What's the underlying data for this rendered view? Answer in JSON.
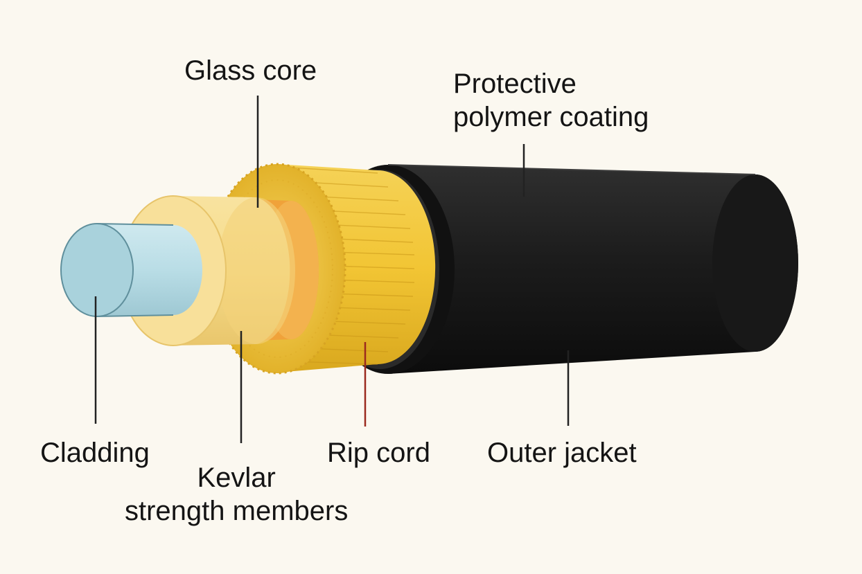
{
  "labels": {
    "glass_core": "Glass core",
    "protective_line1": "Protective",
    "protective_line2": "polymer coating",
    "cladding": "Cladding",
    "kevlar_line1": "Kevlar",
    "kevlar_line2": "strength members",
    "rip_cord": "Rip cord",
    "outer_jacket": "Outer jacket"
  },
  "colors": {
    "background": "#fbf8f0",
    "core": "#b9dde6",
    "cladding": "#f6dc8a",
    "buffer": "#f0a23a",
    "kevlar": "#f1c535",
    "jacket": "#1b1b1b",
    "leader": "#222222",
    "rip_cord": "#9b2a1e"
  }
}
